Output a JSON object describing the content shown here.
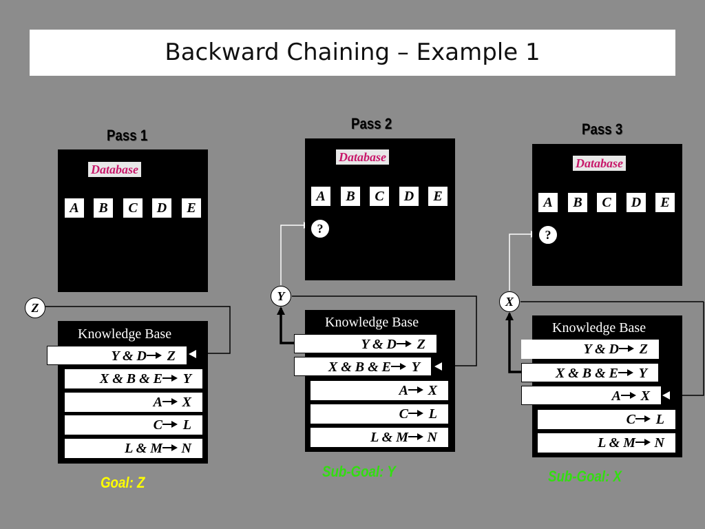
{
  "title": "Backward Chaining – Example 1",
  "passes": [
    {
      "label": "Pass 1",
      "database_label": "Database",
      "facts": [
        "A",
        "B",
        "C",
        "D",
        "E"
      ],
      "knowledge_base_label": "Knowledge Base",
      "rules": [
        {
          "lhs": "Y & D",
          "rhs": "Z"
        },
        {
          "lhs": "X & B & E",
          "rhs": "Y"
        },
        {
          "lhs": "A",
          "rhs": "X"
        },
        {
          "lhs": "C",
          "rhs": "L"
        },
        {
          "lhs": "L & M",
          "rhs": "N"
        }
      ],
      "goal_node": "Z",
      "goal_text": "Goal:  Z",
      "goal_color": "#ffff00"
    },
    {
      "label": "Pass 2",
      "database_label": "Database",
      "facts": [
        "A",
        "B",
        "C",
        "D",
        "E"
      ],
      "query": "?",
      "knowledge_base_label": "Knowledge Base",
      "rules": [
        {
          "lhs": "Y & D",
          "rhs": "Z"
        },
        {
          "lhs": "X & B & E",
          "rhs": "Y"
        },
        {
          "lhs": "A",
          "rhs": "X"
        },
        {
          "lhs": "C",
          "rhs": "L"
        },
        {
          "lhs": "L & M",
          "rhs": "N"
        }
      ],
      "goal_node": "Y",
      "goal_text": "Sub-Goal:  Y",
      "goal_color": "#33dd11"
    },
    {
      "label": "Pass 3",
      "database_label": "Database",
      "facts": [
        "A",
        "B",
        "C",
        "D",
        "E"
      ],
      "query": "?",
      "knowledge_base_label": "Knowledge Base",
      "rules": [
        {
          "lhs": "Y & D",
          "rhs": "Z"
        },
        {
          "lhs": "X & B & E",
          "rhs": "Y"
        },
        {
          "lhs": "A",
          "rhs": "X"
        },
        {
          "lhs": "C",
          "rhs": "L"
        },
        {
          "lhs": "L & M",
          "rhs": "N"
        }
      ],
      "goal_node": "X",
      "goal_text": "Sub-Goal:  X",
      "goal_color": "#33dd11"
    }
  ]
}
